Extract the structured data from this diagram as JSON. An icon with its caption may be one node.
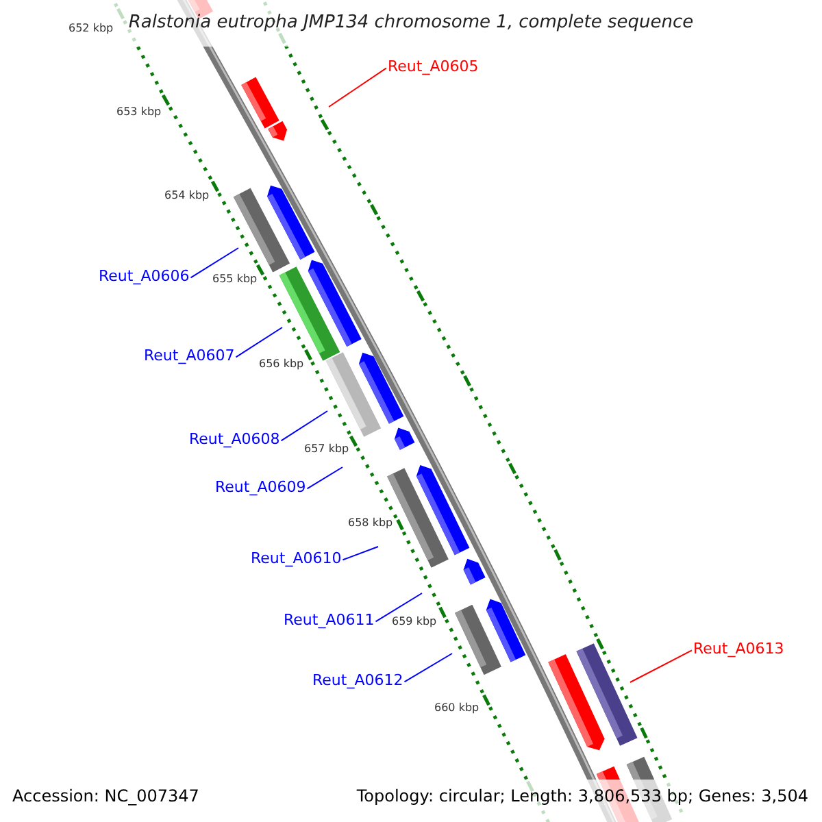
{
  "diagram": {
    "title": "Ralstonia eutropha JMP134 chromosome 1, complete sequence",
    "nodes": [
      {
        "text": [
          "Reut_A0605"
        ]
      },
      {
        "text": [
          "Reut_A0606"
        ]
      },
      {
        "text": [
          "Reut_A0607"
        ]
      },
      {
        "text": [
          "Reut_A0608"
        ]
      },
      {
        "text": [
          "Reut_A0609"
        ]
      },
      {
        "text": [
          "Reut_A0610"
        ]
      },
      {
        "text": [
          "Reut_A0611"
        ]
      },
      {
        "text": [
          "Reut_A0612"
        ]
      },
      {
        "text": [
          "Reut_A0613"
        ]
      }
    ],
    "edges": [
      {
        "from": 0,
        "to": null,
        "arrow": "none",
        "color": "#ff0000"
      },
      {
        "from": 1,
        "to": null,
        "arrow": "none"
      },
      {
        "from": 2,
        "to": null,
        "arrow": "none"
      },
      {
        "from": 3,
        "to": null,
        "arrow": "none"
      },
      {
        "from": 4,
        "to": null,
        "arrow": "none"
      },
      {
        "from": 5,
        "to": null,
        "arrow": "none"
      },
      {
        "from": 6,
        "to": null,
        "arrow": "none"
      },
      {
        "from": 7,
        "to": null,
        "arrow": "none"
      },
      {
        "from": 8,
        "to": null,
        "arrow": "none",
        "color": "#ff0000"
      }
    ],
    "labels": [
      "652 kbp",
      "653 kbp",
      "654 kbp",
      "655 kbp",
      "656 kbp",
      "657 kbp",
      "658 kbp",
      "659 kbp",
      "660 kbp",
      "Accession: NC_007347",
      "Topology: circular; Length: 3,806,533 bp; Genes: 3,504"
    ]
  }
}
